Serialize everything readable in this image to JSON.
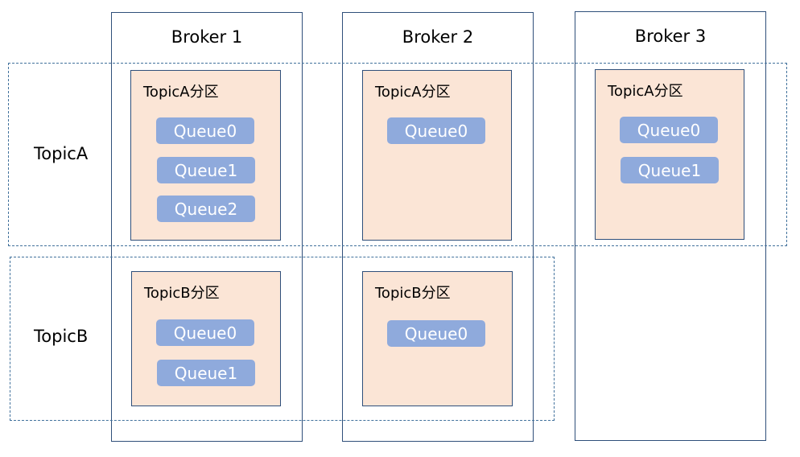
{
  "brokers": [
    {
      "label": "Broker 1"
    },
    {
      "label": "Broker 2"
    },
    {
      "label": "Broker 3"
    }
  ],
  "topics": [
    {
      "label": "TopicA"
    },
    {
      "label": "TopicB"
    }
  ],
  "partitions": {
    "topicA_broker1": {
      "title": "TopicA分区",
      "queues": [
        "Queue0",
        "Queue1",
        "Queue2"
      ]
    },
    "topicA_broker2": {
      "title": "TopicA分区",
      "queues": [
        "Queue0"
      ]
    },
    "topicA_broker3": {
      "title": "TopicA分区",
      "queues": [
        "Queue0",
        "Queue1"
      ]
    },
    "topicB_broker1": {
      "title": "TopicB分区",
      "queues": [
        "Queue0",
        "Queue1"
      ]
    },
    "topicB_broker2": {
      "title": "TopicB分区",
      "queues": [
        "Queue0"
      ]
    }
  },
  "colors": {
    "partition_fill": "#fbe5d6",
    "queue_fill": "#8faadc",
    "border": "#2f4f7a",
    "dashed_border": "#41719c"
  }
}
